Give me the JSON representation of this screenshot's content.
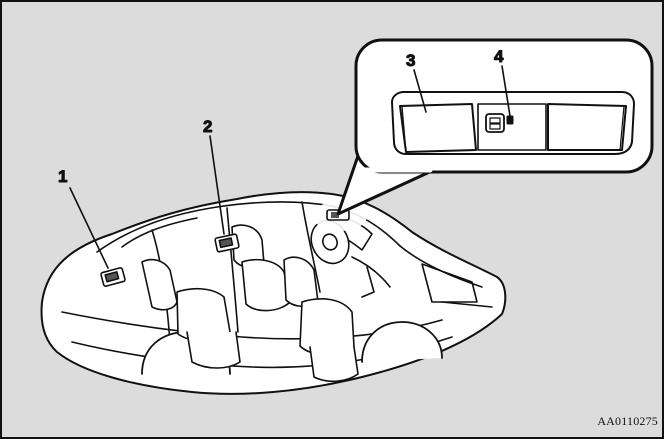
{
  "diagram": {
    "callouts": {
      "c1": "1",
      "c2": "2",
      "c3": "3",
      "c4": "4"
    },
    "figure_code": "AA0110275"
  }
}
